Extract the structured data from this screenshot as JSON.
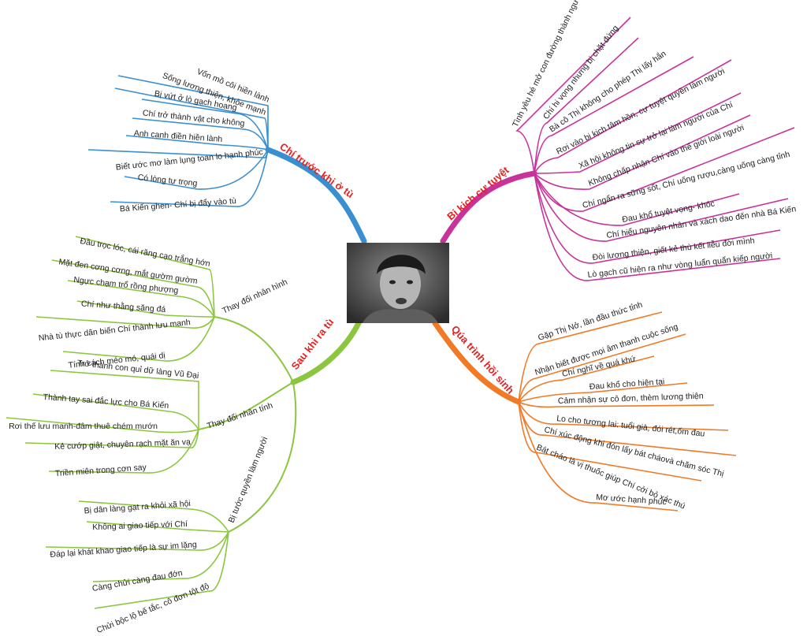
{
  "colors": {
    "blue": "#3a8fd1",
    "magenta": "#c8339b",
    "green": "#8cc63f",
    "orange": "#f07a26",
    "branch_label": "#e8201e"
  },
  "center": {
    "icon": "portrait-photo-icon"
  },
  "branches": {
    "top_left": {
      "label": "Chí trước khi ở tù",
      "leaves": [
        "Vốn mồ côi hiền lành",
        "Sống lương thiện, khỏe mạnh",
        "Bị vứt ở lò gạch hoang",
        "Chí trở thành vật cho không",
        "Anh canh điền hiền lành",
        "Biết ước mơ làm lụng toan lo hạnh phúc",
        "Có lòng tự trọng",
        "Bá Kiến ghen- Chí bị đẩy vào tù"
      ]
    },
    "top_right": {
      "label": "Bi kịch cự tuyệt",
      "leaves": [
        "Tình yêu hé mở con đường thành người",
        "Chí hi vọng nhưng bị chặt đứng",
        "Bà cô Thị không cho phép Thị lấy hắn",
        "Rơi vào bi kịch tâm hồn, cự tuyệt quyền làm người",
        "Xã hội không tin sự trở lại làm người của Chí",
        "Không chấp nhận Chí vào thế giới loài người",
        "Chí ngẩn ra sững sốt, Chí uống rượu,càng uống càng tỉnh",
        "Đau khổ tuyệt vọng- khóc",
        "Chí hiểu nguyên nhân và xách dao đến nhà Bá Kiến",
        "Đòi lương thiện, giết kẻ thù kết liễu đời mình",
        "Lò gạch cũ hiện ra như vòng luẩn quẩn kiếp người"
      ]
    },
    "bottom_left": {
      "label": "Sau khi ra tù",
      "groups": [
        {
          "label": "Thay đổi nhân hình",
          "leaves": [
            "Đầu trọc lóc, cái răng cạo trắng hớn",
            "Mặt đen cơng cơng, mắt gườm gườm",
            "Ngực chạm trổ rồng phượng",
            "Chí như thằng săng đá",
            "Nhà tù thực dân biến Chí thành lưu manh",
            "Tính cách méo mó, quái dị"
          ]
        },
        {
          "label": "Thay đổi nhân tính",
          "leaves": [
            "Trở thành con quỉ dữ làng Vũ Đại",
            "Thành tay sai đắc lực cho Bá Kiến",
            "Rơi thế lưu manh-đâm thuê chém mướn",
            "Kẻ cướp giật, chuyên rạch mặt ăn vạ",
            "Triền miên trong cơn say"
          ]
        },
        {
          "label": "Bị tước quyền làm người",
          "leaves": [
            "Bị dân làng gạt ra khỏi xã hội",
            "Không ai giao tiếp với Chí",
            "Đáp lại khát khao giao tiếp là sự im lặng",
            "Càng chửi càng đau đớn",
            "Chửi bộc lộ bế tắc, cô đơn tột độ"
          ]
        }
      ]
    },
    "bottom_right": {
      "label": "Qúa trình hồi sinh",
      "leaves": [
        "Gặp Thị Nở, lần đầu thức tỉnh",
        "Nhận biết được mọi âm thanh cuộc sống",
        "Chí nghĩ về quá khứ",
        "Đau khổ cho hiện tại",
        "Cảm nhận sự cô đơn, thèm lương thiện",
        "Lo cho tương lai: tuổi già, đói rét,ốm đau",
        "Chí xúc động khi đón lấy bát cháovà chăm sóc Thị",
        "Bát cháo là vị thuốc giúp Chí cởi bỏ xác thú",
        "Mơ ước hạnh phúc"
      ]
    }
  }
}
